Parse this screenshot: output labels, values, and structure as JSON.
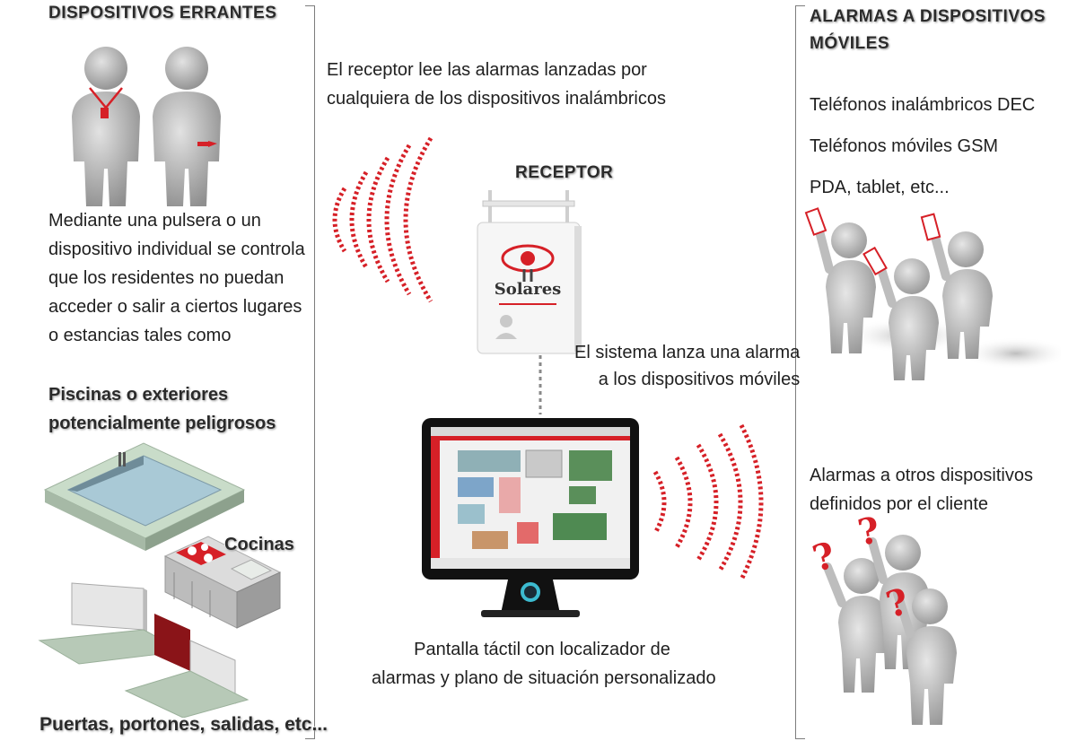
{
  "left_panel": {
    "title": "DISPOSITIVOS ERRANTES",
    "description_lines": [
      "Mediante una pulsera o un",
      "dispositivo individual se controla",
      "que los residentes no puedan",
      "acceder o salir a ciertos lugares",
      "o estancias tales como"
    ],
    "pools_lines": [
      "Piscinas o exteriores",
      "potencialmente peligrosos"
    ],
    "kitchens_label": "Cocinas",
    "doors_label": "Puertas, portones, salidas, etc..."
  },
  "center_panel": {
    "receiver_text_lines": [
      "El receptor lee las alarmas lanzadas por",
      "cualquiera de los dispositivos inalámbricos"
    ],
    "receiver_label": "RECEPTOR",
    "receiver_logo_text": "Solares",
    "system_text_lines": [
      "El sistema lanza una alarma",
      "a los dispositivos móviles"
    ],
    "screen_text_lines": [
      "Pantalla táctil con localizador de",
      "alarmas y plano de situación personalizado"
    ]
  },
  "right_panel": {
    "title_lines": [
      "ALARMAS A DISPOSITIVOS",
      "MÓVILES"
    ],
    "devices": [
      "Teléfonos inalámbricos DEC",
      "Teléfonos móviles GSM",
      "PDA, tablet, etc..."
    ],
    "other_devices_lines": [
      "Alarmas a otros dispositivos",
      "definidos por el cliente"
    ]
  },
  "colors": {
    "accent_red": "#d62027",
    "figure_gray": "#b9b9b9",
    "bracket_gray": "#7d7d7d"
  },
  "icons": [
    "person-figure-icon",
    "receiver-icon",
    "monitor-icon",
    "signal-waves-icon",
    "pool-icon",
    "kitchen-icon",
    "door-icon",
    "question-mark-icon",
    "phone-icon"
  ]
}
